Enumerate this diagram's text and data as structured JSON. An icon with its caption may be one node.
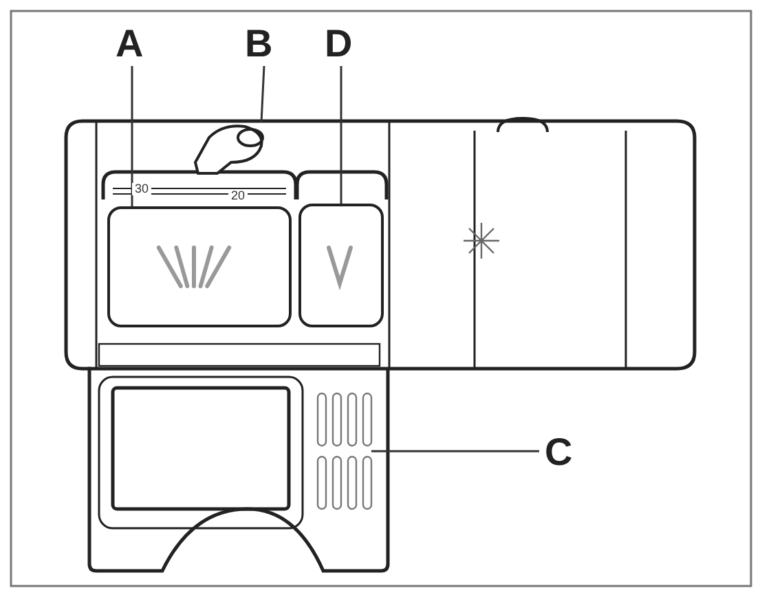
{
  "diagram": {
    "nodes": [
      {
        "text": [
          "A"
        ]
      },
      {
        "text": [
          "B"
        ]
      },
      {
        "text": [
          "D"
        ]
      },
      {
        "text": [
          "C"
        ]
      },
      {
        "text": [],
        "shape": "box"
      },
      {
        "text": [],
        "shape": "picture"
      },
      {
        "text": [],
        "shape": "box"
      },
      {
        "text": [],
        "shape": "box"
      }
    ],
    "edges": [
      {
        "from": 0,
        "to": 4,
        "arrow": "none"
      },
      {
        "from": 1,
        "to": 5,
        "arrow": "none"
      },
      {
        "from": 2,
        "to": 6,
        "arrow": "none"
      },
      {
        "from": 3,
        "to": 7,
        "arrow": "none"
      }
    ],
    "labels": [
      "30",
      "20"
    ]
  }
}
